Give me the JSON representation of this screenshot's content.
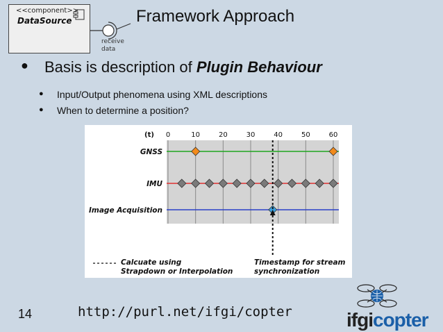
{
  "component": {
    "stereotype": "<<component>>",
    "name": "DataSource",
    "interface_label_line1": "receive",
    "interface_label_line2": "data"
  },
  "title": "Framework Approach",
  "bullet_main": {
    "text": "Basis is description of ",
    "emphasis": "Plugin Behaviour"
  },
  "sub_bullets": [
    "Input/Output phenomena using XML descriptions",
    "When to determine a position?"
  ],
  "figure": {
    "axis_label": "(t)",
    "ticks": [
      "0",
      "10",
      "20",
      "30",
      "40",
      "50",
      "60"
    ],
    "rows": [
      {
        "label": "GNSS",
        "color": "#1fa51f",
        "marker_color": "#f28a1a",
        "markers": [
          10,
          60
        ]
      },
      {
        "label": "IMU",
        "color": "#e03030",
        "marker_color": "#7a7a7a",
        "markers": [
          5,
          10,
          15,
          20,
          25,
          30,
          35,
          40,
          45,
          50,
          55,
          60
        ]
      },
      {
        "label": "Image Acquisition",
        "color": "#2a3ec8",
        "marker_color": "#3aa0dd",
        "markers": [
          38
        ]
      }
    ],
    "legend_dashed_line1": "Calcuate using",
    "legend_dashed_line2": "Strapdown or Interpolation",
    "legend_arrow_line1": "Timestamp for stream",
    "legend_arrow_line2": "synchronization"
  },
  "footer": {
    "page": "14",
    "url": "http://purl.net/ifgi/copter",
    "logo_ifg": "ifgi",
    "logo_copter": "copter"
  }
}
